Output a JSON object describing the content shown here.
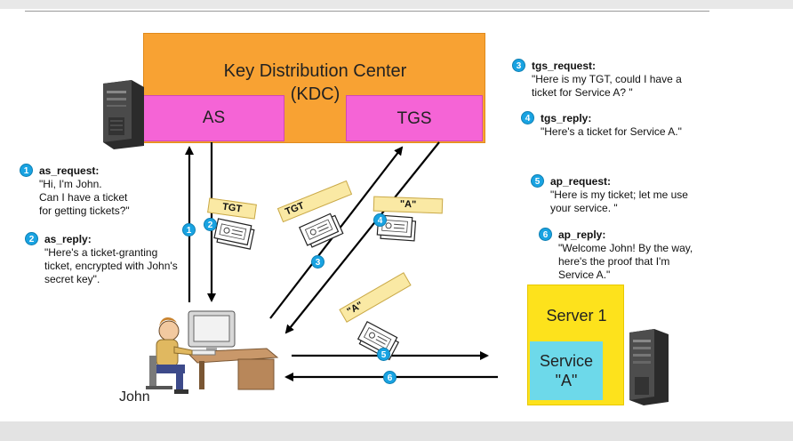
{
  "kdc": {
    "title": "Key Distribution Center",
    "subtitle": "(KDC)",
    "as_label": "AS",
    "tgs_label": "TGS"
  },
  "server": {
    "label": "Server 1",
    "service_line1": "Service",
    "service_line2": "\"A\""
  },
  "user": {
    "label": "John"
  },
  "tickets": {
    "tgt_1": "TGT",
    "tgt_2": "TGT",
    "a_1": "\"A\"",
    "a_2": "\"A\""
  },
  "notes": [
    {
      "num": "1",
      "title": "as_request:",
      "lines": [
        "\"Hi, I'm John.",
        "Can I have a ticket",
        "for getting tickets?\""
      ]
    },
    {
      "num": "2",
      "title": "as_reply:",
      "lines": [
        "\"Here's a ticket-granting",
        "ticket, encrypted with John's",
        "secret key\"."
      ]
    },
    {
      "num": "3",
      "title": "tgs_request:",
      "lines": [
        "\"Here is my TGT, could I have a",
        "ticket for Service A? \""
      ]
    },
    {
      "num": "4",
      "title": "tgs_reply:",
      "lines": [
        "\"Here's a ticket for Service A.\""
      ]
    },
    {
      "num": "5",
      "title": "ap_request:",
      "lines": [
        "\"Here is my ticket; let me use",
        "your service. \""
      ]
    },
    {
      "num": "6",
      "title": "ap_reply:",
      "lines": [
        "\"Welcome John! By the way,",
        "here's the proof  that I'm",
        "Service A.\""
      ]
    }
  ],
  "arrow_labels": [
    "1",
    "2",
    "3",
    "4",
    "5",
    "6"
  ],
  "colors": {
    "kdc": "#f8a233",
    "as_tgs": "#f564d6",
    "server": "#fde21c",
    "service": "#6dd9ea",
    "badge": "#19a3e2",
    "ticket_tag": "#fae9a4"
  }
}
